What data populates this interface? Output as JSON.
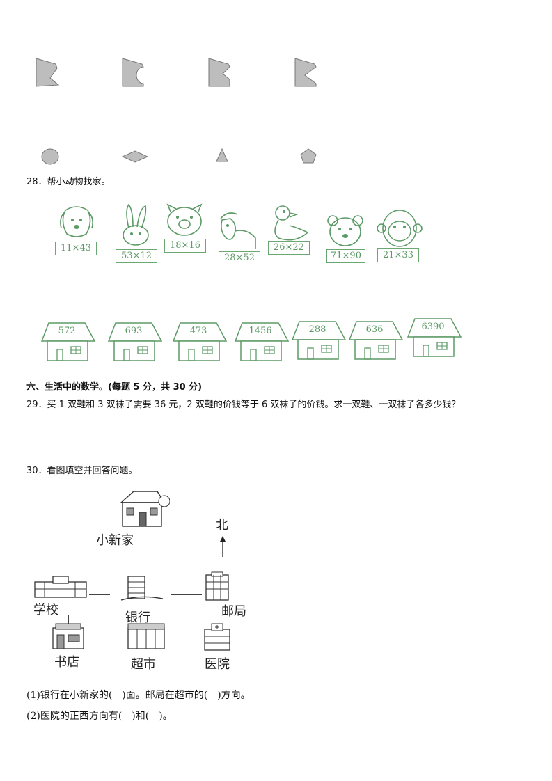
{
  "q28": {
    "label": "28．帮小动物找家。"
  },
  "animals": [
    {
      "name": "dog",
      "expr": "11×43"
    },
    {
      "name": "rabbit",
      "expr": "53×12"
    },
    {
      "name": "pig",
      "expr": "18×16"
    },
    {
      "name": "goat",
      "expr": "28×52"
    },
    {
      "name": "duck",
      "expr": "26×22"
    },
    {
      "name": "bear",
      "expr": "71×90"
    },
    {
      "name": "monkey",
      "expr": "21×33"
    }
  ],
  "houses": [
    "572",
    "693",
    "473",
    "1456",
    "288",
    "636",
    "6390"
  ],
  "section6": {
    "title": "六、生活中的数学。(每题 5 分，共 30 分)"
  },
  "q29": {
    "text": "29．买 1 双鞋和 3 双袜子需要 36 元，2 双鞋的价钱等于 6 双袜子的价钱。求一双鞋、一双袜子各多少钱？"
  },
  "q30": {
    "text": "30．看图填空并回答问题。"
  },
  "map": {
    "north": "北",
    "xiaoxin_home": "小新家",
    "school": "学校",
    "bank": "银行",
    "post_office": "邮局",
    "bookstore": "书店",
    "supermarket": "超市",
    "hospital": "医院"
  },
  "answers": {
    "line1": "(1)银行在小新家的(　)面。邮局在超市的(　)方向。",
    "line2": "(2)医院的正西方向有(　)和(　)。"
  }
}
